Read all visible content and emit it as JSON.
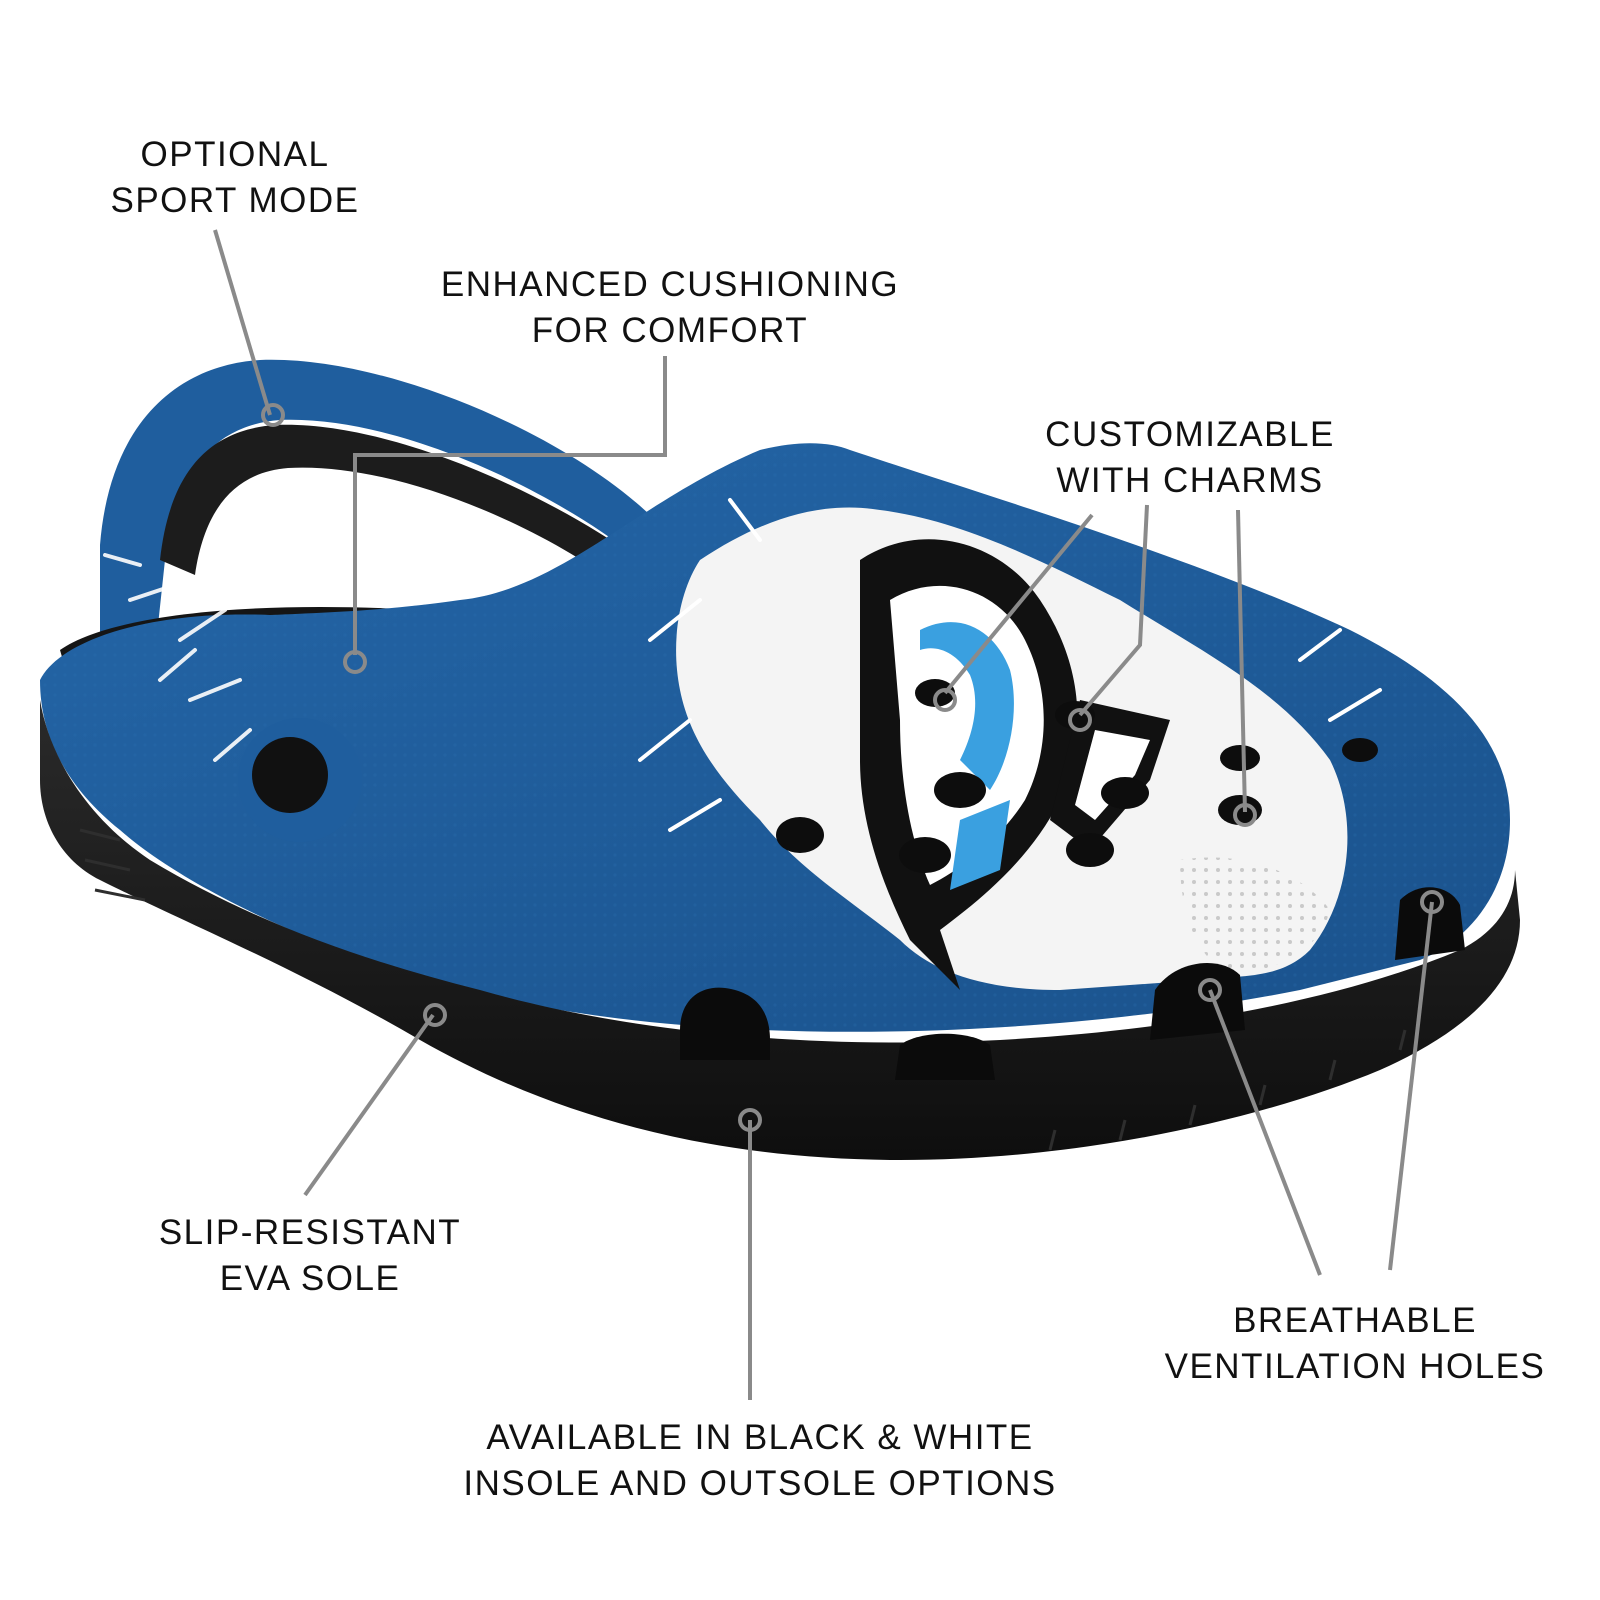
{
  "colors": {
    "upper_blue": "#1f5e9e",
    "upper_blue_dark": "#17497c",
    "sole_black": "#1b1b1b",
    "accent_light_blue": "#3aa0e0",
    "leader_gray": "#8a8a8a"
  },
  "callouts": [
    {
      "id": "sport-mode",
      "lines": [
        "OPTIONAL",
        "SPORT MODE"
      ]
    },
    {
      "id": "cushioning",
      "lines": [
        "ENHANCED CUSHIONING",
        "FOR COMFORT"
      ]
    },
    {
      "id": "charms",
      "lines": [
        "CUSTOMIZABLE",
        "WITH CHARMS"
      ]
    },
    {
      "id": "sole",
      "lines": [
        "SLIP-RESISTANT",
        "EVA SOLE"
      ]
    },
    {
      "id": "ventilation",
      "lines": [
        "BREATHABLE",
        "VENTILATION HOLES"
      ]
    },
    {
      "id": "color-options",
      "lines": [
        "AVAILABLE IN BLACK & WHITE",
        "INSOLE AND OUTSOLE OPTIONS"
      ]
    }
  ],
  "icons": {
    "clog": "clog-shoe",
    "logo": "team-logo-graphic"
  }
}
